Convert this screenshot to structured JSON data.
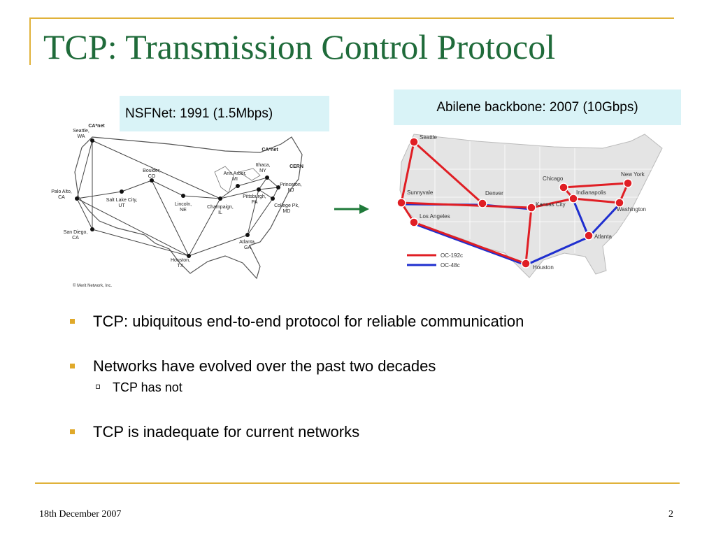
{
  "slide": {
    "title": "TCP: Transmission Control Protocol",
    "footer_date": "18th December 2007",
    "page_number": "2"
  },
  "left_figure": {
    "caption": "NSFNet: 1991 (1.5Mbps)",
    "copyright": "© Merit Network, Inc.",
    "nodes": [
      {
        "name": "Seattle, WA",
        "label_lines": [
          "Seattle,",
          "WA"
        ]
      },
      {
        "name": "Palo Alto, CA",
        "label_lines": [
          "Palo Alto,",
          "CA"
        ]
      },
      {
        "name": "San Diego, CA",
        "label_lines": [
          "San Diego,",
          "CA"
        ]
      },
      {
        "name": "Salt Lake City, UT",
        "label_lines": [
          "Salt Lake City,",
          "UT"
        ]
      },
      {
        "name": "Boulder, CO",
        "label_lines": [
          "Boulder,",
          "CO"
        ]
      },
      {
        "name": "Lincoln, NE",
        "label_lines": [
          "Lincoln,",
          "NE"
        ]
      },
      {
        "name": "Champaign, IL",
        "label_lines": [
          "Champaign,",
          "IL"
        ]
      },
      {
        "name": "Houston, TX",
        "label_lines": [
          "Houston,",
          "TX"
        ]
      },
      {
        "name": "Atlanta, GA",
        "label_lines": [
          "Atlanta,",
          "GA"
        ]
      },
      {
        "name": "Ann Arbor, MI",
        "label_lines": [
          "Ann Arbor,",
          "MI"
        ]
      },
      {
        "name": "Pittsburgh, PA",
        "label_lines": [
          "Pittsburgh,",
          "PA"
        ]
      },
      {
        "name": "Ithaca, NY",
        "label_lines": [
          "Ithaca,",
          "NY"
        ]
      },
      {
        "name": "Princeton, NJ",
        "label_lines": [
          "Princeton,",
          "NJ"
        ]
      },
      {
        "name": "College Pk, MD",
        "label_lines": [
          "College Pk,",
          "MD"
        ]
      }
    ],
    "extra_labels": [
      "CA*net",
      "CA*net",
      "CERN"
    ]
  },
  "right_figure": {
    "caption": "Abilene backbone: 2007 (10Gbps)",
    "nodes": [
      "Seattle",
      "Sunnyvale",
      "Los Angeles",
      "Denver",
      "Kansas City",
      "Chicago",
      "Indianapolis",
      "New York",
      "Washington",
      "Atlanta",
      "Houston"
    ],
    "legend": [
      {
        "label": "OC-192c",
        "color": "#e01e24"
      },
      {
        "label": "OC-48c",
        "color": "#1f2fcf"
      }
    ]
  },
  "arrow_color": "#1f7a3a",
  "bullets": [
    {
      "level": 1,
      "text": "TCP: ubiquitous end-to-end protocol for reliable communication"
    },
    {
      "level": 1,
      "text": "Networks have evolved over the past two decades"
    },
    {
      "level": 2,
      "text": "TCP has not"
    },
    {
      "level": 1,
      "text": "TCP is inadequate for current networks"
    }
  ],
  "colors": {
    "title": "#1f6b3a",
    "accent_rule": "#e0b23a",
    "caption_fill": "#d9f3f7"
  }
}
